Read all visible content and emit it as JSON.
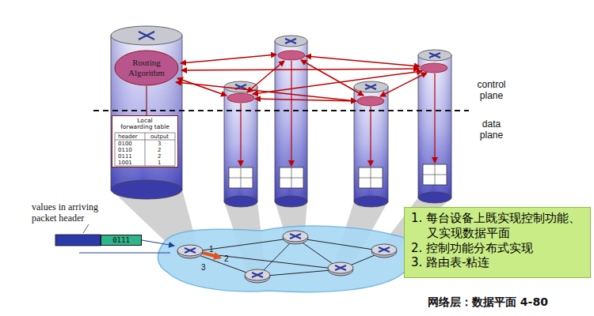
{
  "diagram": {
    "nodes": [
      {
        "text": [
          "Routing Algorithm"
        ]
      },
      {
        "text": [
          "Local forwarding table"
        ]
      },
      {
        "text": [
          "0111"
        ]
      },
      {
        "text": [
          "1. 每台设备上既实现控制功能、又实现数据平面",
          "2. 控制功能分布式实现",
          "3. 路由表-粘连"
        ]
      }
    ],
    "edges": [
      {
        "from": 0,
        "to": 1,
        "arrow": "none"
      }
    ],
    "labels": [
      "values in arriving packet header",
      "control plane",
      "data plane",
      "header",
      "output",
      "0100",
      "3",
      "0110",
      "2",
      "0111",
      "2",
      "1001",
      "1",
      "1",
      "2",
      "3",
      "网络层：数据平面 4-80"
    ]
  }
}
